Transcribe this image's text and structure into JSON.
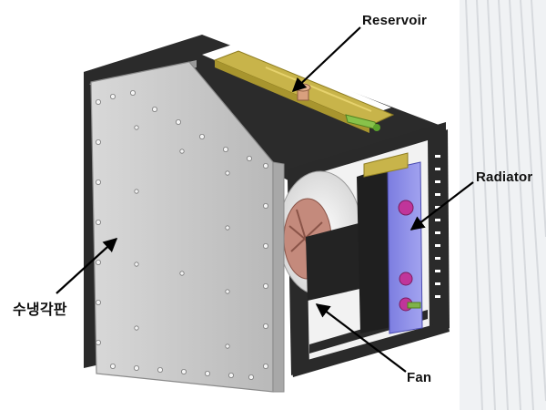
{
  "labels": {
    "reservoir": "Reservoir",
    "radiator": "Radiator",
    "fan": "Fan",
    "cold_plate": "수냉각판"
  },
  "colors": {
    "frame": "#2a2a2a",
    "panel": "#c9c9c9",
    "reservoir": "#c8b44a",
    "radiator": "#8d8ee6",
    "fan_blades": "#c48a7c",
    "fitting": "#c0359a",
    "tube": "#88c24a",
    "background_stripes": "#cfd2d6",
    "arrow": "#000000"
  }
}
